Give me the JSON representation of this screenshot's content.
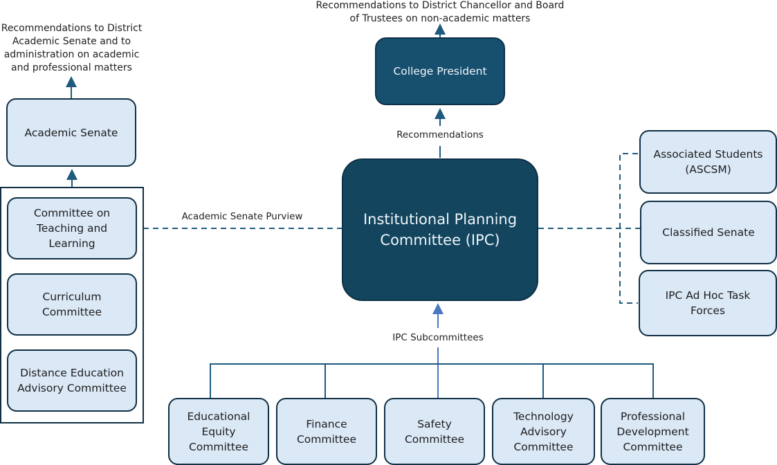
{
  "diagram": {
    "top_note_president": "Recommendations to District Chancellor and Board of Trustees on non-academic matters",
    "top_note_senate": "Recommendations to District Academic Senate and to administration on academic and professional matters",
    "president": "College President",
    "recommendations_label": "Recommendations",
    "ipc": "Institutional Planning Committee (IPC)",
    "academic_senate": "Academic Senate",
    "purview_label": "Academic Senate Purview",
    "subcommittees_label": "IPC Subcommittees",
    "senate_committees": [
      "Committee on Teaching and Learning",
      "Curriculum Committee",
      "Distance Education Advisory Committee"
    ],
    "right_groups": [
      "Associated Students (ASCSM)",
      "Classified Senate",
      "IPC Ad Hoc Task Forces"
    ],
    "subcommittees": [
      "Educational Equity Committee",
      "Finance Committee",
      "Safety Committee",
      "Technology Advisory Committee",
      "Professional Development Committee"
    ],
    "colors": {
      "line": "#1d5a7e",
      "light_box": "#dbe8f6",
      "president_box": "#174f6f",
      "ipc_box": "#13455e",
      "subcommittee_arrow": "#4a78c2"
    }
  }
}
